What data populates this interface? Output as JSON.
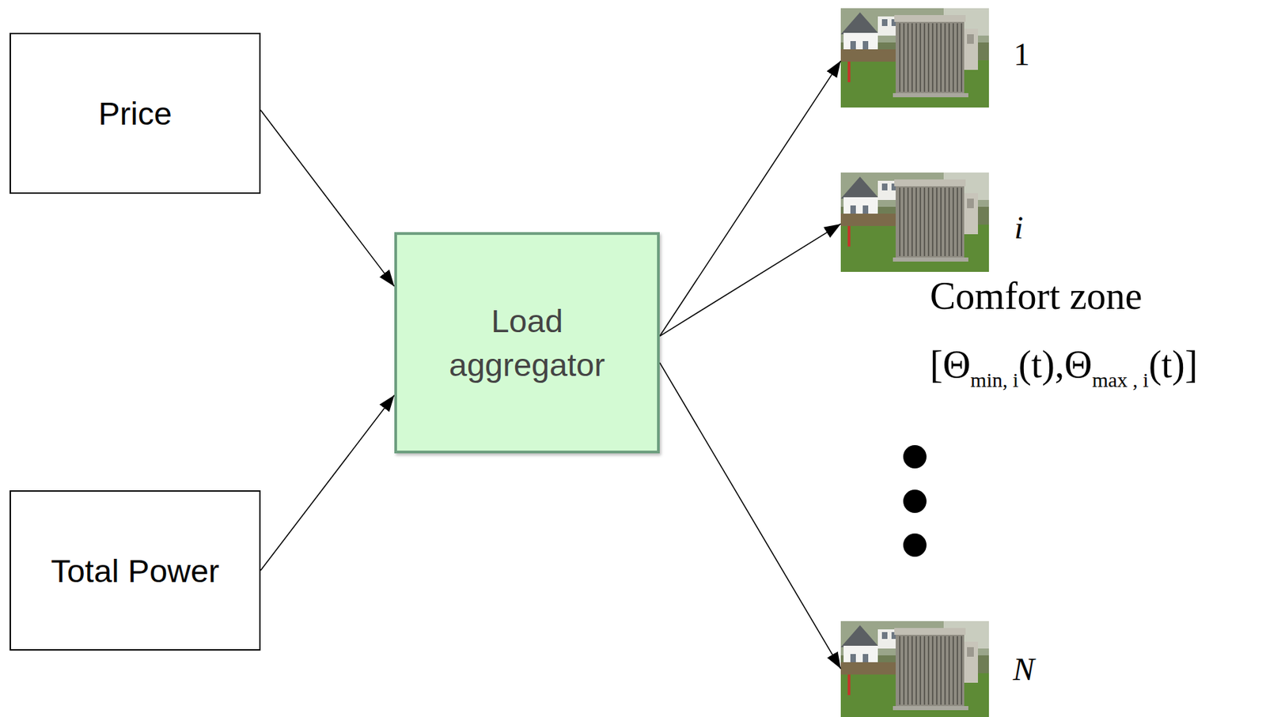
{
  "diagram": {
    "nodes": [
      {
        "text": [
          "Price"
        ]
      },
      {
        "text": [
          "Total Power"
        ]
      },
      {
        "text": [
          "Load aggregator"
        ]
      },
      {
        "text": [
          "1"
        ]
      },
      {
        "text": [
          "i"
        ]
      },
      {
        "text": [
          "N"
        ]
      }
    ],
    "edges": [
      {
        "from": 0,
        "to": 2,
        "arrow": "to"
      },
      {
        "from": 1,
        "to": 2,
        "arrow": "to"
      },
      {
        "from": 2,
        "to": 3,
        "arrow": "to"
      },
      {
        "from": 2,
        "to": 4,
        "arrow": "to"
      },
      {
        "from": 2,
        "to": 5,
        "arrow": "to"
      }
    ],
    "labels": [
      "Comfort zone",
      "[Θ",
      "min, i",
      "(t),Θ",
      "max , i",
      "(t)]"
    ]
  }
}
